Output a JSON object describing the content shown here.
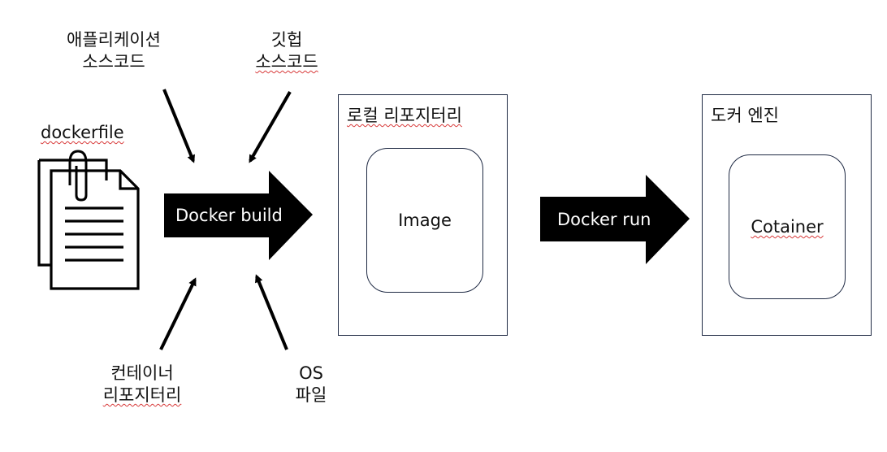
{
  "inputs": {
    "app_source": {
      "line1": "애플리케이션",
      "line2": "소스코드"
    },
    "github_source": {
      "line1": "깃헙",
      "line2": "소스코드"
    },
    "dockerfile": "dockerfile",
    "container_registry": {
      "line1": "컨테이너",
      "line2": "리포지터리"
    },
    "os_files": {
      "line1": "OS",
      "line2": "파일"
    }
  },
  "arrows": {
    "build": "Docker build",
    "run": "Docker run"
  },
  "local_repository": {
    "title": "로컬 리포지터리",
    "item": "Image"
  },
  "docker_engine": {
    "title": "도커 엔진",
    "item": "Cotainer"
  },
  "colors": {
    "stroke": "#1f2a44",
    "arrow_fill": "#000000",
    "spellcheck_underline": "#d83a3a"
  },
  "icons": [
    "document-clip-icon"
  ]
}
